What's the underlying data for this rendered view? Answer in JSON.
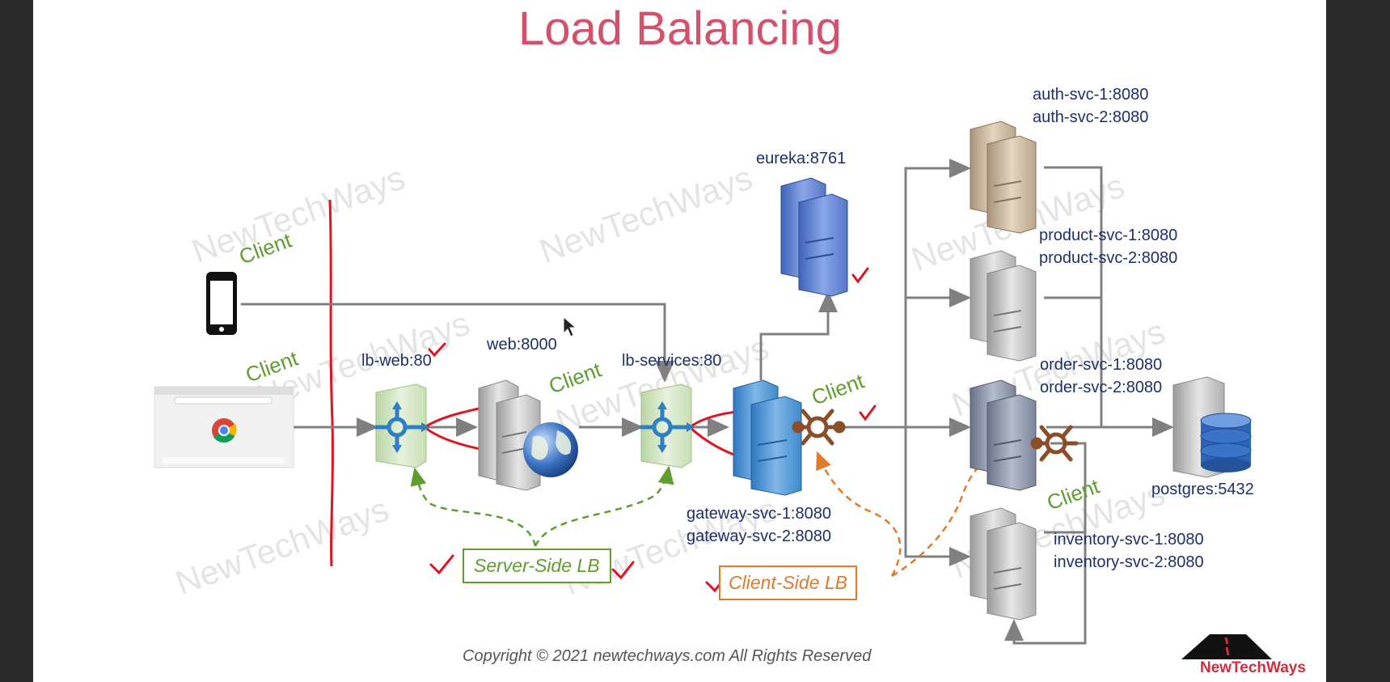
{
  "title": "Load Balancing",
  "watermark": "NewTechWays",
  "copyright": "Copyright © 2021 newtechways.com All Rights Reserved",
  "logo": {
    "text": "NewTechWays"
  },
  "clients": {
    "mobile": "Client",
    "browser": "Client",
    "web": "Client",
    "gateway": "Client",
    "order": "Client"
  },
  "nodes": {
    "lb_web": "lb-web:80",
    "web": "web:8000",
    "lb_services": "lb-services:80",
    "eureka": "eureka:8761",
    "gateway": [
      "gateway-svc-1:8080",
      "gateway-svc-2:8080"
    ],
    "auth": [
      "auth-svc-1:8080",
      "auth-svc-2:8080"
    ],
    "product": [
      "product-svc-1:8080",
      "product-svc-2:8080"
    ],
    "order": [
      "order-svc-1:8080",
      "order-svc-2:8080"
    ],
    "inventory": [
      "inventory-svc-1:8080",
      "inventory-svc-2:8080"
    ],
    "postgres": "postgres:5432"
  },
  "legend": {
    "server_side": "Server-Side LB",
    "client_side": "Client-Side LB"
  },
  "colors": {
    "title": "#d5506b",
    "label": "#1f2f6b",
    "client": "#5e9d2e",
    "server_side": "#5e9d2e",
    "client_side": "#e07a2c",
    "annotation": "#e0141e",
    "arrow": "#808080"
  },
  "icons": [
    "mobile-phone-icon",
    "chrome-browser-icon",
    "load-balancer-icon",
    "server-icon",
    "globe-icon",
    "database-icon",
    "router-icon",
    "checkmark-icon"
  ]
}
